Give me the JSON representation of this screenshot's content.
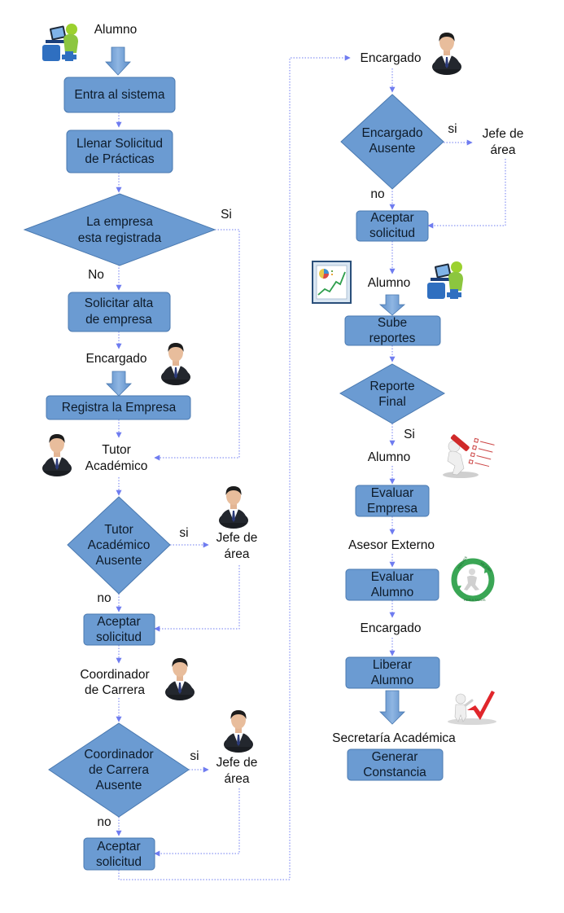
{
  "nodes": {
    "n_alumno_1": "Alumno",
    "n_entra": "Entra al sistema",
    "n_llenar": [
      "Llenar Solicitud",
      "de Prácticas"
    ],
    "n_empresa_reg": [
      "La empresa",
      "esta registrada"
    ],
    "n_si_1": "Si",
    "n_no_1": "No",
    "n_solicitar": [
      "Solicitar alta",
      "de empresa"
    ],
    "n_encargado_1": "Encargado",
    "n_registra": "Registra la Empresa",
    "n_tutor": [
      "Tutor",
      "Académico"
    ],
    "n_tutor_aus": [
      "Tutor",
      "Académico",
      "Ausente"
    ],
    "n_si_2": "si",
    "n_jefe_1": [
      "Jefe de",
      "área"
    ],
    "n_no_2": "no",
    "n_aceptar_1": [
      "Aceptar",
      "solicitud"
    ],
    "n_coord": [
      "Coordinador",
      "de Carrera"
    ],
    "n_coord_aus": [
      "Coordinador",
      "de Carrera",
      "Ausente"
    ],
    "n_si_3": "si",
    "n_jefe_2": [
      "Jefe de",
      "área"
    ],
    "n_no_3": "no",
    "n_aceptar_2": [
      "Aceptar",
      "solicitud"
    ],
    "n_encargado_2": "Encargado",
    "n_enc_aus": [
      "Encargado",
      "Ausente"
    ],
    "n_si_4": "si",
    "n_jefe_3": [
      "Jefe de",
      "área"
    ],
    "n_no_4": "no",
    "n_aceptar_3": [
      "Aceptar",
      "solicitud"
    ],
    "n_alumno_2": "Alumno",
    "n_sube": [
      "Sube",
      "reportes"
    ],
    "n_reporte": [
      "Reporte",
      "Final"
    ],
    "n_si_5": "Si",
    "n_alumno_3": "Alumno",
    "n_eval_emp": [
      "Evaluar",
      "Empresa"
    ],
    "n_asesor": "Asesor Externo",
    "n_eval_alu": [
      "Evaluar",
      "Alumno"
    ],
    "n_encargado_3": "Encargado",
    "n_liberar": [
      "Liberar",
      "Alumno"
    ],
    "n_secretaria": "Secretaría Académica",
    "n_generar": [
      "Generar",
      "Constancia"
    ]
  },
  "icon_badges": {
    "results_badge": [
      "ANALISIS",
      "MEJORA",
      "RESULTADOS"
    ]
  },
  "colors": {
    "shape_fill": "#6b9bd2",
    "shape_stroke": "#4a79b0",
    "connector": "#6f7cf0",
    "check_red": "#e0262b"
  },
  "icons": [
    "student-at-computer-icon",
    "businessman-icon",
    "chart-report-icon",
    "evaluation-checklist-icon",
    "analysis-cycle-icon",
    "approval-checkmark-icon"
  ]
}
